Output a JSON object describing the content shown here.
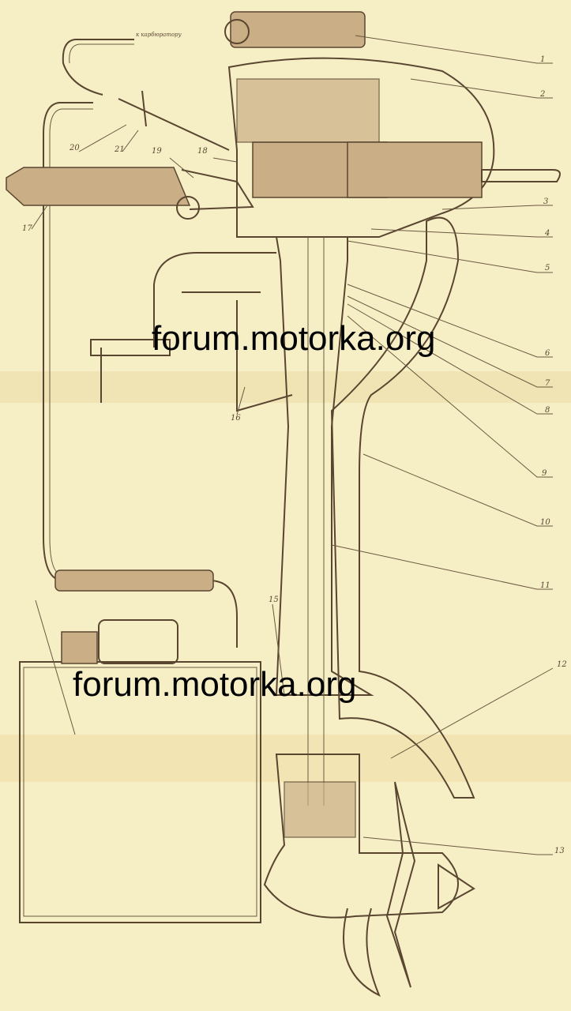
{
  "drawing": {
    "title_note": "к карбюратору",
    "callouts_right": [
      "1",
      "2",
      "3",
      "4",
      "5",
      "6",
      "7",
      "8",
      "9",
      "10",
      "11",
      "12",
      "13"
    ],
    "callouts_left": [
      "20",
      "21",
      "19",
      "18",
      "17",
      "16",
      "15"
    ],
    "colors": {
      "paper": "#f6efc6",
      "ink": "#5a4630"
    }
  },
  "watermarks": [
    "forum.motorka.org",
    "forum.motorka.org"
  ]
}
